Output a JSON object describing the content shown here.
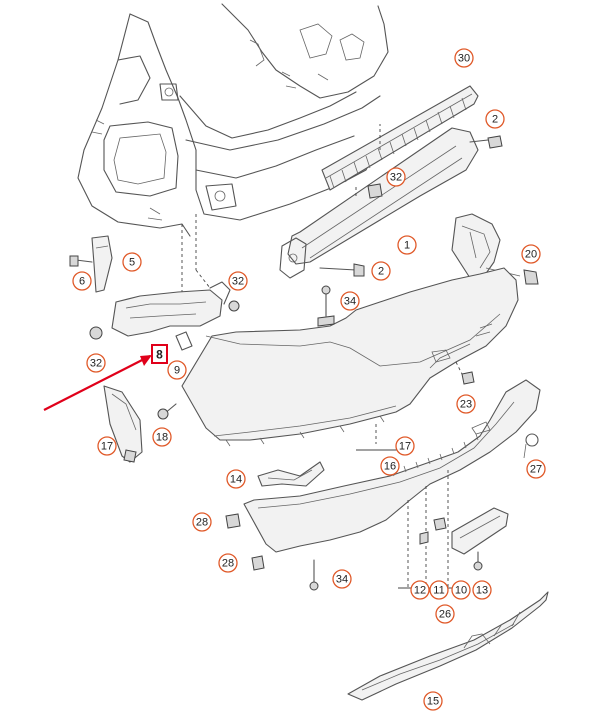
{
  "diagram": {
    "callouts": [
      {
        "id": "c30",
        "label": "30"
      },
      {
        "id": "c2a",
        "label": "2"
      },
      {
        "id": "c32a",
        "label": "32"
      },
      {
        "id": "c1",
        "label": "1"
      },
      {
        "id": "c2b",
        "label": "2"
      },
      {
        "id": "c20",
        "label": "20"
      },
      {
        "id": "c6",
        "label": "6"
      },
      {
        "id": "c5",
        "label": "5"
      },
      {
        "id": "c32b",
        "label": "32"
      },
      {
        "id": "c34a",
        "label": "34"
      },
      {
        "id": "c32c",
        "label": "32"
      },
      {
        "id": "c9",
        "label": "9"
      },
      {
        "id": "c23",
        "label": "23"
      },
      {
        "id": "c17a",
        "label": "17"
      },
      {
        "id": "c18",
        "label": "18"
      },
      {
        "id": "c17b",
        "label": "17"
      },
      {
        "id": "c16",
        "label": "16"
      },
      {
        "id": "c27",
        "label": "27"
      },
      {
        "id": "c14",
        "label": "14"
      },
      {
        "id": "c28a",
        "label": "28"
      },
      {
        "id": "c28b",
        "label": "28"
      },
      {
        "id": "c34b",
        "label": "34"
      },
      {
        "id": "c12",
        "label": "12"
      },
      {
        "id": "c11",
        "label": "11"
      },
      {
        "id": "c10",
        "label": "10"
      },
      {
        "id": "c13",
        "label": "13"
      },
      {
        "id": "c26",
        "label": "26"
      },
      {
        "id": "c15",
        "label": "15"
      }
    ],
    "highlight": {
      "label": "8",
      "color": "#e0001a"
    }
  }
}
